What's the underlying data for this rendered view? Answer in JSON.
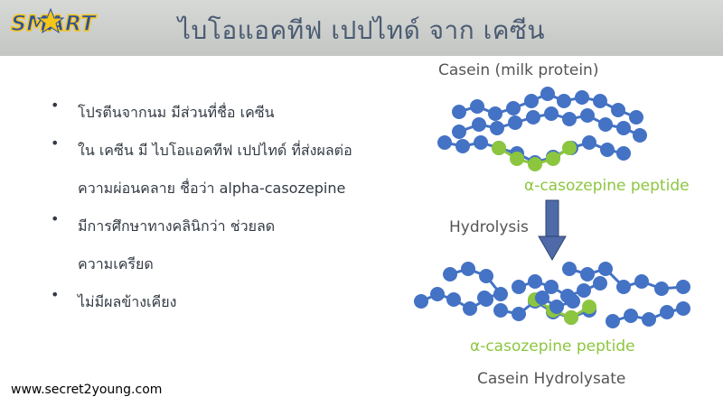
{
  "header": {
    "logo_text": "SMART",
    "title": "ไบโอแอคทีฟ เปปไทด์ จาก เคซีน"
  },
  "bullets": [
    {
      "lines": [
        "โปรตีนจากนม มีส่วนที่ชื่อ เคซีน"
      ]
    },
    {
      "lines": [
        "ใน เคซีน มี ไบโอแอคทีฟ เปปไทด์ ที่ส่งผลต่อ",
        "ความผ่อนคลาย ชื่อว่า alpha-casozepine"
      ]
    },
    {
      "lines": [
        "มีการศึกษาทางคลินิกว่า ช่วยลด",
        "ความเครียด"
      ]
    },
    {
      "lines": [
        "ไม่มีผลข้างเคียง"
      ]
    }
  ],
  "diagram": {
    "casein_label": "Casein (milk protein)",
    "peptide_label_top": "α-casozepine peptide",
    "hydrolysis_label": "Hydrolysis",
    "peptide_label_bottom": "α-casozepine peptide",
    "hydrolysate_label": "Casein Hydrolysate"
  },
  "footer": {
    "website": "www.secret2young.com"
  },
  "colors": {
    "blue_bead": "#4472c4",
    "green_bead": "#8cc63f",
    "arrow": "#4f6aa8",
    "title": "#4b5b73",
    "logo_yellow": "#f5c518",
    "logo_blue": "#2a4fa0"
  }
}
